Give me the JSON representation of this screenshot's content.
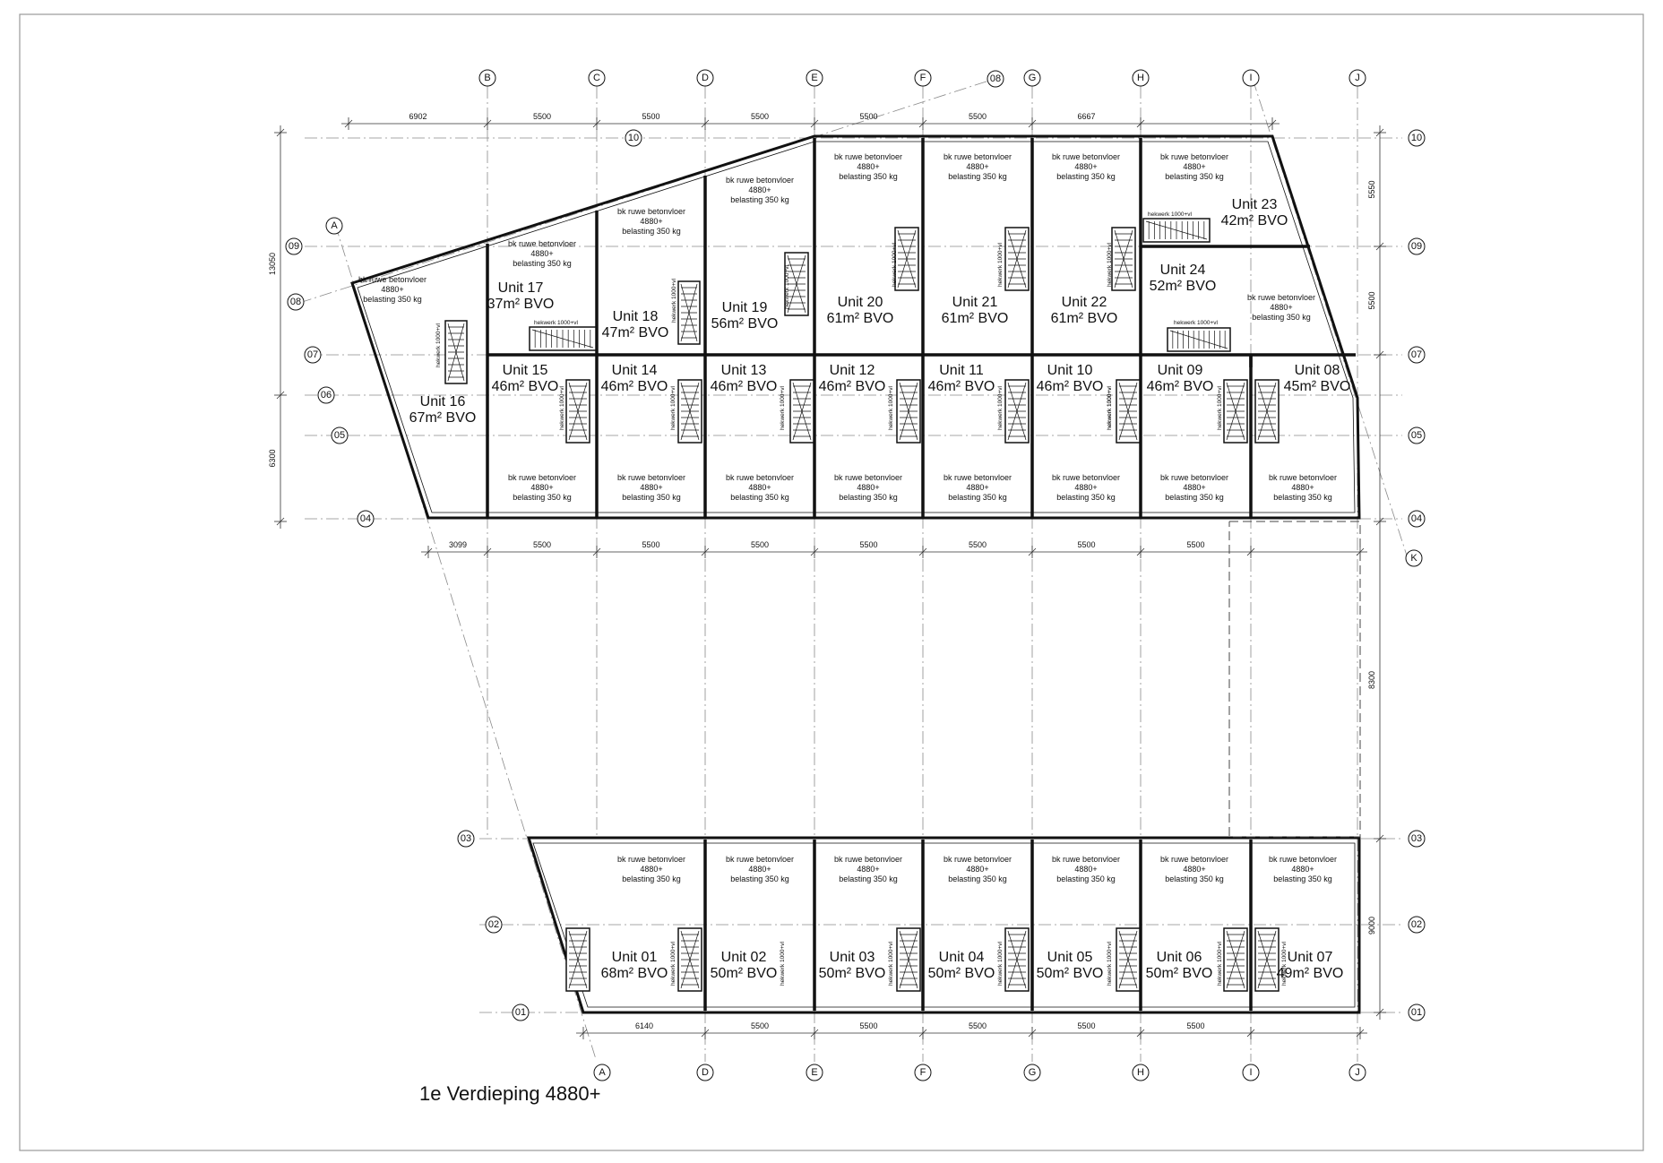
{
  "title": "1e Verdieping 4880+",
  "floor_note": {
    "line1": "bk ruwe betonvloer",
    "line2": "4880+",
    "line3": "belasting 350 kg"
  },
  "railing_label": "hekwerk 1000+vl",
  "grid_columns": [
    "A",
    "B",
    "C",
    "D",
    "E",
    "F",
    "G",
    "H",
    "I",
    "J",
    "K"
  ],
  "grid_rows": [
    "01",
    "02",
    "03",
    "04",
    "05",
    "06",
    "07",
    "08",
    "09",
    "10"
  ],
  "dimensions": {
    "top": [
      "6902",
      "5500",
      "5500",
      "5500",
      "5500",
      "5500",
      "6667"
    ],
    "middle": [
      "3099",
      "5500",
      "5500",
      "5500",
      "5500",
      "5500",
      "5500",
      "5500"
    ],
    "bottom": [
      "6140",
      "5500",
      "5500",
      "5500",
      "5500",
      "5500"
    ],
    "left": [
      "13050",
      "6300"
    ],
    "right": [
      "5550",
      "5500",
      "8300",
      "9000"
    ]
  },
  "units": [
    {
      "name": "Unit 01",
      "area": "68m² BVO"
    },
    {
      "name": "Unit 02",
      "area": "50m² BVO"
    },
    {
      "name": "Unit 03",
      "area": "50m² BVO"
    },
    {
      "name": "Unit 04",
      "area": "50m² BVO"
    },
    {
      "name": "Unit 05",
      "area": "50m² BVO"
    },
    {
      "name": "Unit 06",
      "area": "50m² BVO"
    },
    {
      "name": "Unit 07",
      "area": "49m² BVO"
    },
    {
      "name": "Unit 08",
      "area": "45m² BVO"
    },
    {
      "name": "Unit 09",
      "area": "46m² BVO"
    },
    {
      "name": "Unit 10",
      "area": "46m² BVO"
    },
    {
      "name": "Unit 11",
      "area": "46m² BVO"
    },
    {
      "name": "Unit 12",
      "area": "46m² BVO"
    },
    {
      "name": "Unit 13",
      "area": "46m² BVO"
    },
    {
      "name": "Unit 14",
      "area": "46m² BVO"
    },
    {
      "name": "Unit 15",
      "area": "46m² BVO"
    },
    {
      "name": "Unit 16",
      "area": "67m² BVO"
    },
    {
      "name": "Unit 17",
      "area": "37m² BVO"
    },
    {
      "name": "Unit 18",
      "area": "47m² BVO"
    },
    {
      "name": "Unit 19",
      "area": "56m² BVO"
    },
    {
      "name": "Unit 20",
      "area": "61m² BVO"
    },
    {
      "name": "Unit 21",
      "area": "61m² BVO"
    },
    {
      "name": "Unit 22",
      "area": "61m² BVO"
    },
    {
      "name": "Unit 23",
      "area": "42m² BVO"
    },
    {
      "name": "Unit 24",
      "area": "52m² BVO"
    }
  ]
}
